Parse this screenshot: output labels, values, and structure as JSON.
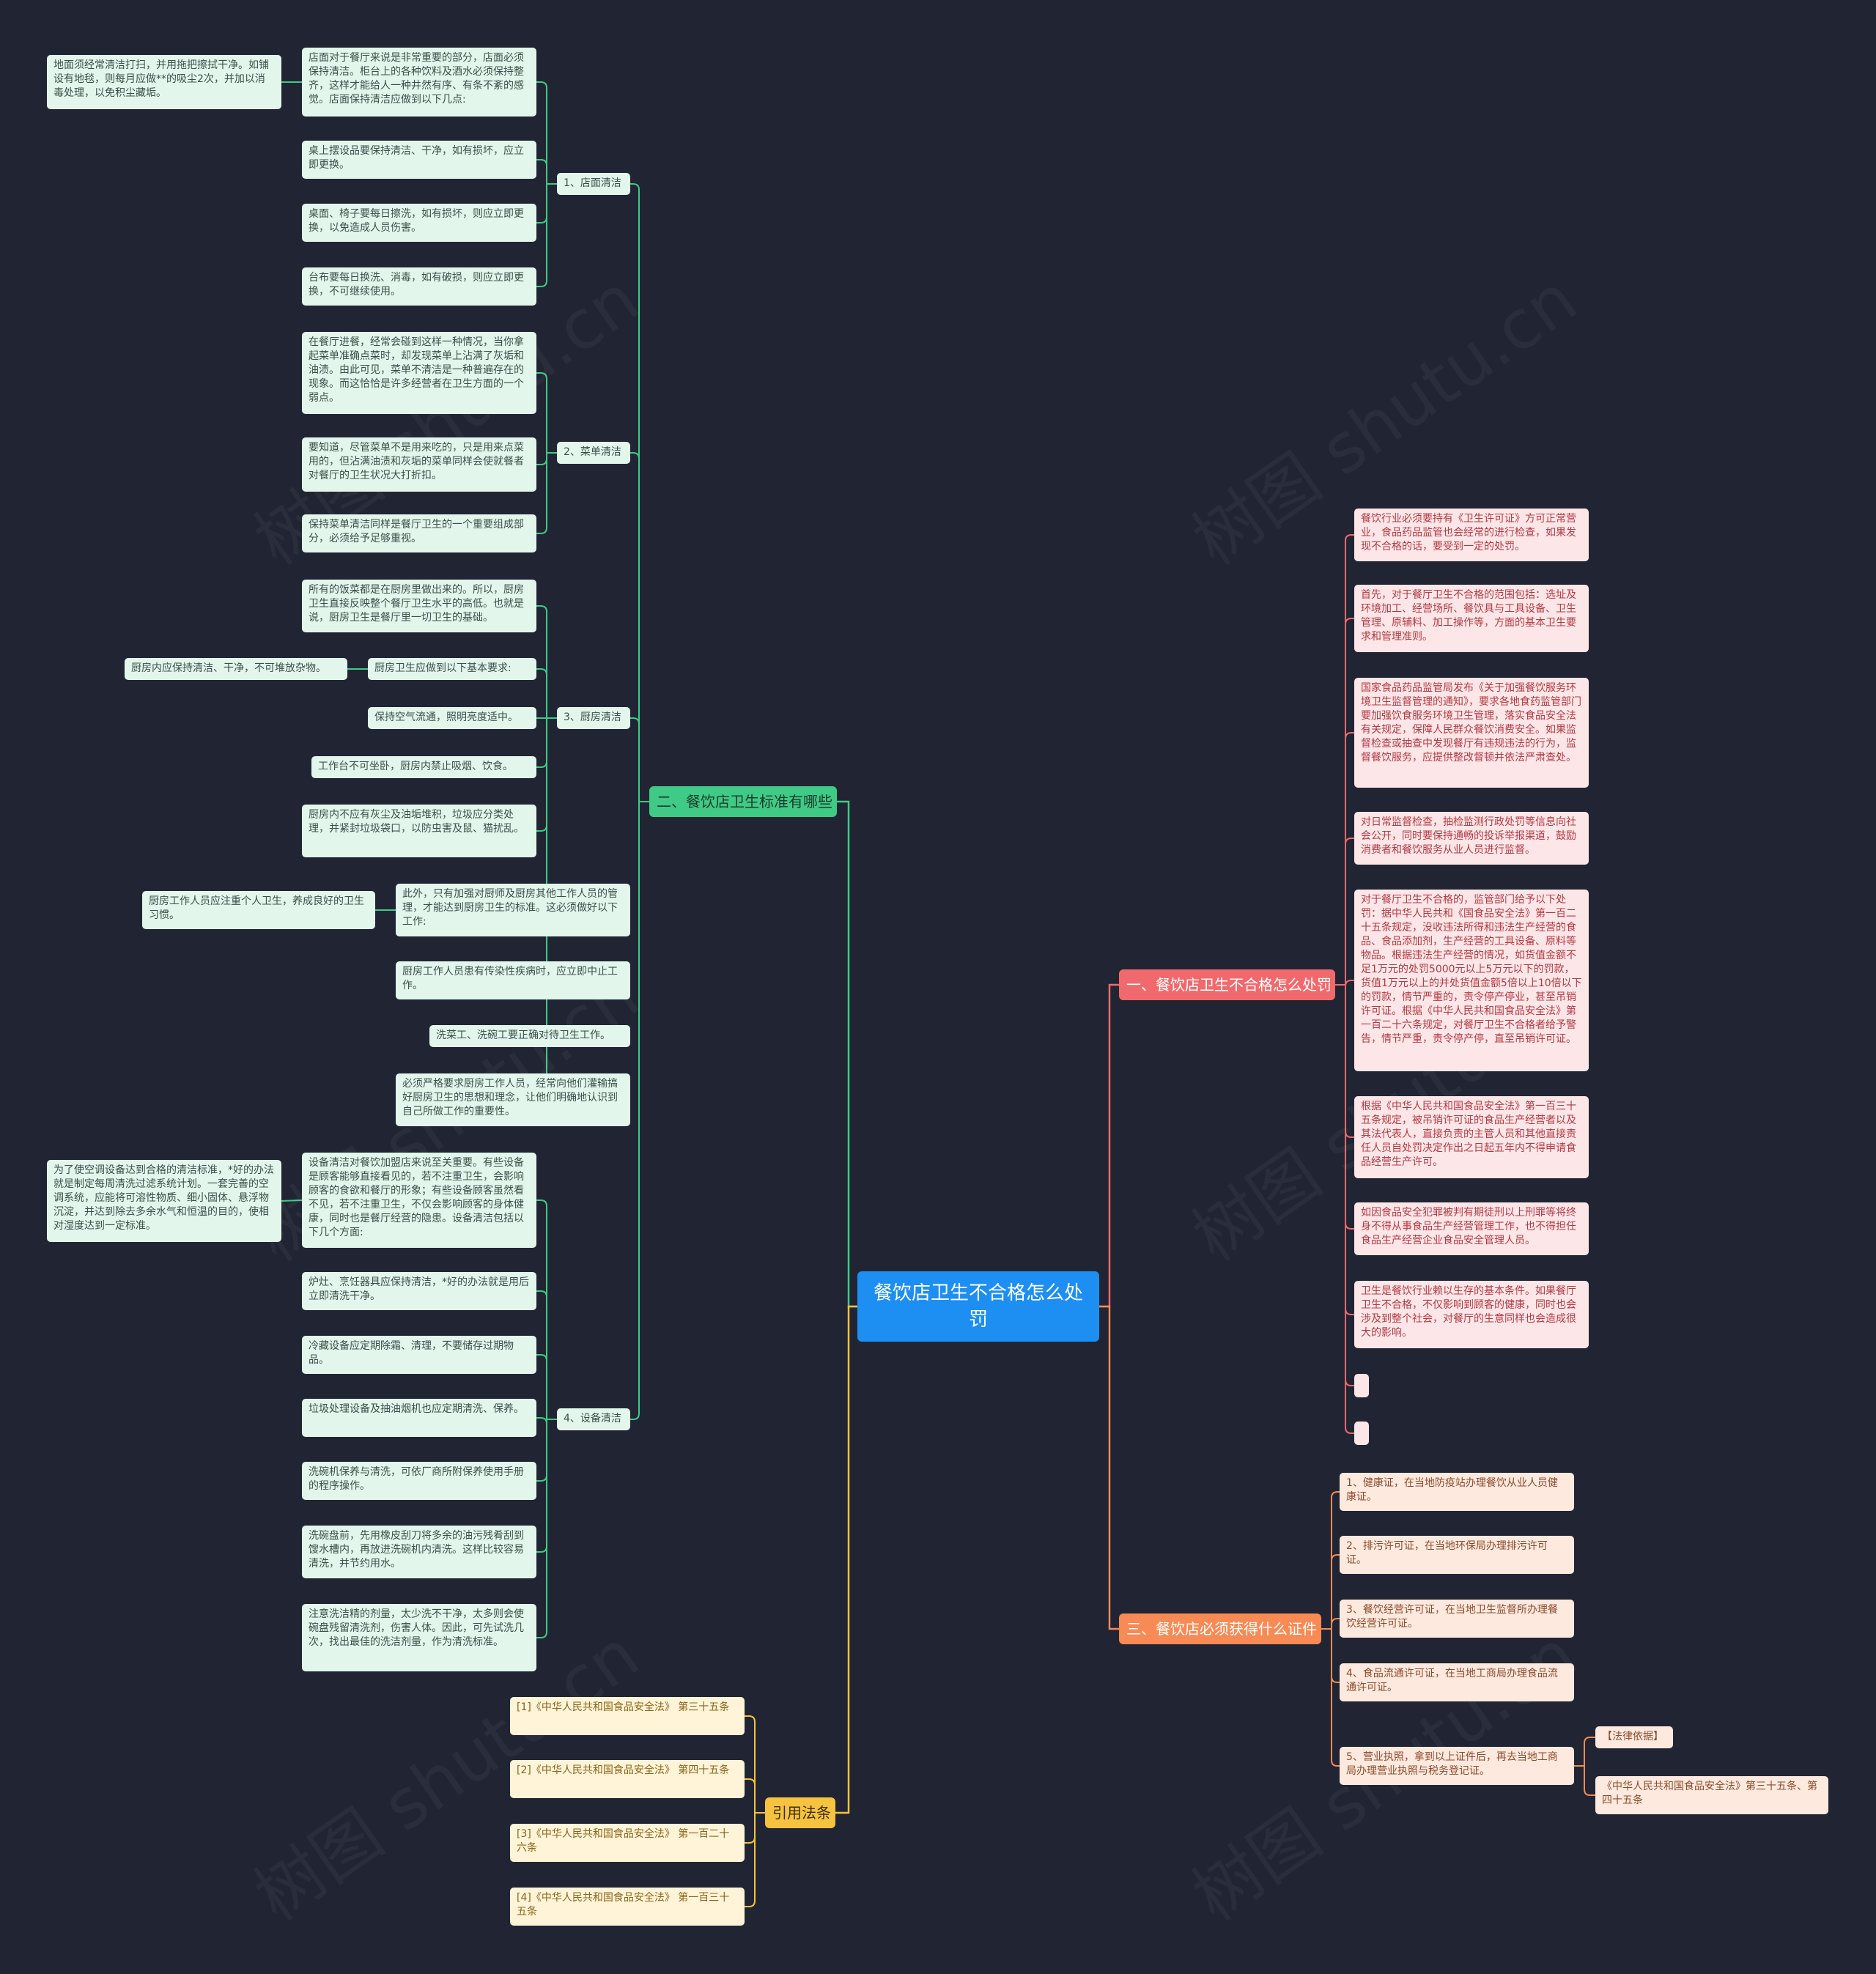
{
  "root": "餐饮店卫生不合格怎么处罚",
  "watermark": "树图 shutu.cn",
  "colors": {
    "green": "#3fca86",
    "red": "#f06a6d",
    "orange": "#f78a55",
    "yellow": "#f6c33f",
    "root": "#1d8ef2",
    "background": "#212533"
  },
  "section_green": {
    "title": "二、餐饮店卫生标准有哪些",
    "sub1": {
      "label": "1、店面清洁",
      "intro": "店面对于餐厅来说是非常重要的部分，店面必须保持清洁。柜台上的各种饮料及酒水必须保持整齐，这样才能给人一种井然有序、有条不紊的感觉。店面保持清洁应做到以下几点:",
      "floor": "地面须经常清洁打扫，并用拖把擦拭干净。如铺设有地毯，则每月应做**的吸尘2次，并加以消毒处理，以免积尘藏垢。",
      "items": [
        "桌上摆设品要保持清洁、干净，如有损坏，应立即更换。",
        "桌面、椅子要每日擦洗，如有损坏，则应立即更换，以免造成人员伤害。",
        "台布要每日换洗、消毒，如有破损，则应立即更换，不可继续使用。"
      ]
    },
    "sub2": {
      "label": "2、菜单清洁",
      "items": [
        "在餐厅进餐，经常会碰到这样一种情况，当你拿起菜单准确点菜时，却发现菜单上沾满了灰垢和油渍。由此可见，菜单不清洁是一种普遍存在的现象。而这恰恰是许多经营者在卫生方面的一个弱点。",
        "要知道，尽管菜单不是用来吃的，只是用来点菜用的，但沾满油渍和灰垢的菜单同样会使就餐者对餐厅的卫生状况大打折扣。",
        "保持菜单清洁同样是餐厅卫生的一个重要组成部分，必须给予足够重视。"
      ]
    },
    "sub3": {
      "label": "3、厨房清洁",
      "intro": "所有的饭菜都是在厨房里做出来的。所以，厨房卫生直接反映整个餐厅卫生水平的高低。也就是说，厨房卫生是餐厅里一切卫生的基础。",
      "req": "厨房卫生应做到以下基本要求:",
      "req_child": "厨房内应保持清洁、干净，不可堆放杂物。",
      "items": [
        "保持空气流通，照明亮度适中。",
        "工作台不可坐卧，厨房内禁止吸烟、饮食。",
        "厨房内不应有灰尘及油垢堆积，垃圾应分类处理，并紧封垃圾袋口，以防虫害及鼠、猫扰乱。",
        "此外，只有加强对厨师及厨房其他工作人员的管理，才能达到厨房卫生的标准。这必须做好以下工作:",
        "厨房工作人员患有传染性疾病时，应立即中止工作。",
        "洗菜工、洗碗工要正确对待卫生工作。",
        "必须严格要求厨房工作人员，经常向他们灌输搞好厨房卫生的思想和理念，让他们明确地认识到自己所做工作的重要性。"
      ],
      "staff_child": "厨房工作人员应注重个人卫生，养成良好的卫生习惯。"
    },
    "sub4": {
      "label": "4、设备清洁",
      "intro": "设备清洁对餐饮加盟店来说至关重要。有些设备是顾客能够直接看见的，若不注重卫生，会影响顾客的食欲和餐厅的形象；有些设备顾客虽然看不见，若不注重卫生，不仅会影响顾客的身体健康，同时也是餐厅经营的隐患。设备清洁包括以下几个方面:",
      "aircon": "为了使空调设备达到合格的清洁标准，*好的办法就是制定每周清洗过滤系统计划。一套完善的空调系统，应能将可溶性物质、细小固体、悬浮物沉淀，并达到除去多余水气和恒温的目的，使相对湿度达到一定标准。",
      "items": [
        "炉灶、烹饪器具应保持清洁，*好的办法就是用后立即清洗干净。",
        "冷藏设备应定期除霜、清理，不要储存过期物品。",
        "垃圾处理设备及抽油烟机也应定期清洗、保养。",
        "洗碗机保养与清洗，可依厂商所附保养使用手册的程序操作。",
        "洗碗盘前，先用橡皮刮刀将多余的油污残肴刮到馊水槽内，再放进洗碗机内清洗。这样比较容易清洗，并节约用水。",
        "注意洗洁精的剂量，太少洗不干净，太多则会使碗盘残留清洗剂，伤害人体。因此，可先试洗几次，找出最佳的洗洁剂量，作为清洗标准。"
      ]
    }
  },
  "section_red": {
    "title": "一、餐饮店卫生不合格怎么处罚",
    "items": [
      "餐饮行业必须要持有《卫生许可证》方可正常营业，食品药品监管也会经常的进行检查，如果发现不合格的话，要受到一定的处罚。",
      "首先，对于餐厅卫生不合格的范围包括：选址及环境加工、经营场所、餐饮具与工具设备、卫生管理、原辅料、加工操作等，方面的基本卫生要求和管理准则。",
      "国家食品药品监管局发布《关于加强餐饮服务环境卫生监督管理的通知》，要求各地食药监管部门要加强饮食服务环境卫生管理，落实食品安全法有关规定，保障人民群众餐饮消费安全。如果监督检查或抽查中发现餐厅有违规违法的行为，监督餐饮服务，应提供整改督顿并依法严肃查处。",
      "对日常监督检查，抽检监测行政处罚等信息向社会公开，同时要保持通畅的投诉举报渠道，鼓励消费者和餐饮服务从业人员进行监督。",
      "对于餐厅卫生不合格的，监管部门给予以下处罚：据中华人民共和《国食品安全法》第一百二十五条规定，没收违法所得和违法生产经营的食品、食品添加剂，生产经营的工具设备、原料等物品。根据违法生产经营的情况，如货值金额不足1万元的处罚5000元以上5万元以下的罚款，货值1万元以上的并处货值金额5倍以上10倍以下的罚款，情节严重的，责令停产停业，甚至吊销许可证。根据《中华人民共和国食品安全法》第一百二十六条规定，对餐厅卫生不合格者给予警告，情节严重，责令停产停，直至吊销许可证。",
      "根据《中华人民共和国食品安全法》第一百三十五条规定，被吊销许可证的食品生产经营者以及其法代表人，直接负责的主管人员和其他直接责任人员自处罚决定作出之日起五年内不得申请食品经营生产许可。",
      "如因食品安全犯罪被判有期徒刑以上刑罪等将终身不得从事食品生产经营管理工作，也不得担任食品生产经营企业食品安全管理人员。",
      "卫生是餐饮行业赖以生存的基本条件。如果餐厅卫生不合格，不仅影响到顾客的健康，同时也会涉及到整个社会，对餐厅的生意同样也会造成很大的影响。",
      "",
      ""
    ]
  },
  "section_orange": {
    "title": "三、餐饮店必须获得什么证件",
    "items": [
      "1、健康证，在当地防疫站办理餐饮从业人员健康证。",
      "2、排污许可证，在当地环保局办理排污许可证。",
      "3、餐饮经营许可证，在当地卫生监督所办理餐饮经营许可证。",
      "4、食品流通许可证，在当地工商局办理食品流通许可证。",
      "5、营业执照，拿到以上证件后，再去当地工商局办理营业执照与税务登记证。"
    ],
    "basis_label": "【法律依据】",
    "basis_text": "《中华人民共和国食品安全法》第三十五条、第四十五条"
  },
  "section_yellow": {
    "title": "引用法条",
    "items": [
      "[1]《中华人民共和国食品安全法》 第三十五条",
      "[2]《中华人民共和国食品安全法》 第四十五条",
      "[3]《中华人民共和国食品安全法》 第一百二十六条",
      "[4]《中华人民共和国食品安全法》 第一百三十五条"
    ]
  }
}
